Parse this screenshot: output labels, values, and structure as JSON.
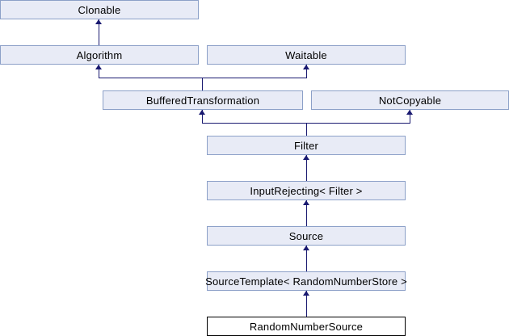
{
  "diagram": {
    "type": "class-inheritance-graph",
    "current_class": "RandomNumberSource",
    "colors": {
      "node_fill": "#e8ebf6",
      "node_border": "#8ca0c8",
      "node_text": "#000000",
      "edge": "#191970",
      "current_node_fill": "#ffffff",
      "current_node_border": "#000000",
      "background": "#ffffff"
    },
    "nodes": [
      {
        "id": "clonable",
        "label": "Clonable",
        "current": false
      },
      {
        "id": "algorithm",
        "label": "Algorithm",
        "current": false
      },
      {
        "id": "waitable",
        "label": "Waitable",
        "current": false
      },
      {
        "id": "bufferedtransformation",
        "label": "BufferedTransformation",
        "current": false
      },
      {
        "id": "notcopyable",
        "label": "NotCopyable",
        "current": false
      },
      {
        "id": "filter",
        "label": "Filter",
        "current": false
      },
      {
        "id": "inputrejecting",
        "label": "InputRejecting< Filter >",
        "current": false
      },
      {
        "id": "source",
        "label": "Source",
        "current": false
      },
      {
        "id": "sourcetemplate",
        "label": "SourceTemplate< RandomNumberStore >",
        "current": false
      },
      {
        "id": "randomnumbersource",
        "label": "RandomNumberSource",
        "current": true
      }
    ],
    "edges": [
      {
        "from": "algorithm",
        "to": "clonable"
      },
      {
        "from": "bufferedtransformation",
        "to": "algorithm"
      },
      {
        "from": "bufferedtransformation",
        "to": "waitable"
      },
      {
        "from": "filter",
        "to": "bufferedtransformation"
      },
      {
        "from": "filter",
        "to": "notcopyable"
      },
      {
        "from": "inputrejecting",
        "to": "filter"
      },
      {
        "from": "source",
        "to": "inputrejecting"
      },
      {
        "from": "sourcetemplate",
        "to": "source"
      },
      {
        "from": "randomnumbersource",
        "to": "sourcetemplate"
      }
    ]
  }
}
